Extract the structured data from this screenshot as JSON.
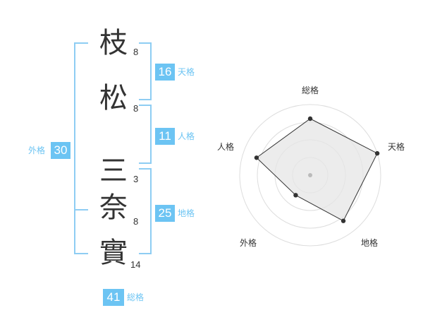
{
  "name": {
    "characters": [
      {
        "char": "枝",
        "strokes": "8"
      },
      {
        "char": "松",
        "strokes": "8"
      },
      {
        "char": "三",
        "strokes": "3"
      },
      {
        "char": "奈",
        "strokes": "8"
      },
      {
        "char": "實",
        "strokes": "14"
      }
    ]
  },
  "fortunes": {
    "tenkaku": {
      "value": "16",
      "label": "天格"
    },
    "jinkaku": {
      "value": "11",
      "label": "人格"
    },
    "chikaku": {
      "value": "25",
      "label": "地格"
    },
    "gaikaku": {
      "value": "30",
      "label": "外格"
    },
    "soukaku": {
      "value": "41",
      "label": "総格"
    }
  },
  "chart_data": {
    "type": "radar",
    "axes": [
      "総格",
      "天格",
      "地格",
      "外格",
      "人格"
    ],
    "values": [
      4,
      5,
      4,
      1.75,
      4
    ],
    "max": 5,
    "rings": 4,
    "colors": {
      "fill": "#e6e6e6",
      "line": "#333333",
      "ring": "#dddddd",
      "center": "#bbbbbb"
    }
  },
  "colors": {
    "accent": "#6cc4f3",
    "bracket": "#8ecdf3",
    "text": "#333333"
  }
}
